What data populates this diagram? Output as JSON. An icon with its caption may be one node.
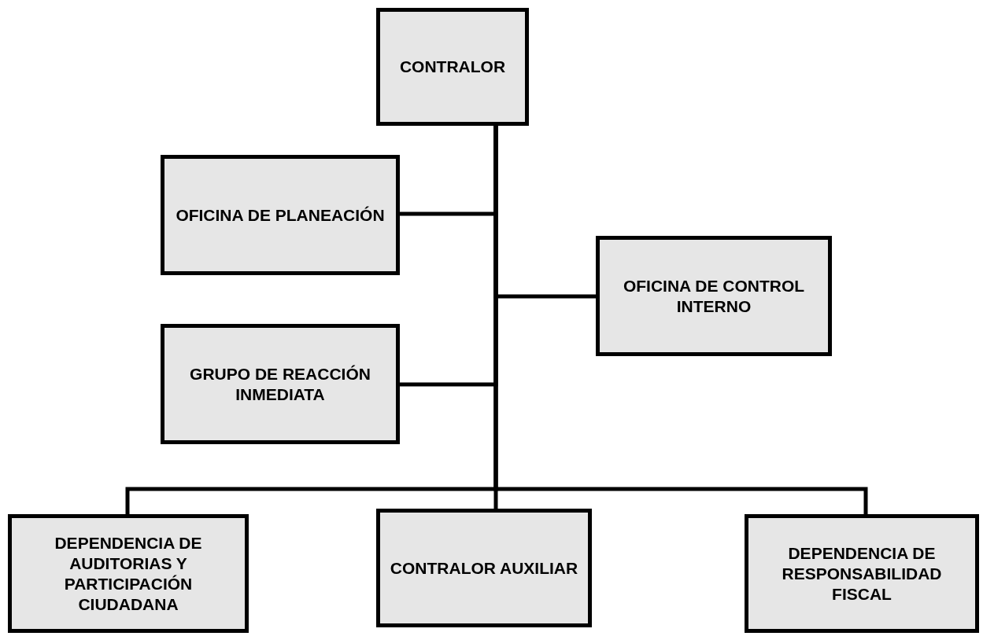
{
  "diagram": {
    "nodes": [
      {
        "text": [
          "CONTRALOR"
        ]
      },
      {
        "text": [
          "OFICINA DE PLANEACIÓN"
        ]
      },
      {
        "text": [
          "OFICINA DE CONTROL INTERNO"
        ]
      },
      {
        "text": [
          "GRUPO DE REACCIÓN INMEDIATA"
        ]
      },
      {
        "text": [
          "DEPENDENCIA DE AUDITORIAS Y PARTICIPACIÓN CIUDADANA"
        ]
      },
      {
        "text": [
          "CONTRALOR AUXILIAR"
        ]
      },
      {
        "text": [
          "DEPENDENCIA DE RESPONSABILIDAD FISCAL"
        ]
      }
    ],
    "edges": [
      {
        "from": 0,
        "to": 1,
        "arrow": "none"
      },
      {
        "from": 0,
        "to": 2,
        "arrow": "none"
      },
      {
        "from": 0,
        "to": 3,
        "arrow": "none"
      },
      {
        "from": 0,
        "to": 4,
        "arrow": "none"
      },
      {
        "from": 0,
        "to": 5,
        "arrow": "none"
      },
      {
        "from": 0,
        "to": 6,
        "arrow": "none"
      }
    ]
  }
}
